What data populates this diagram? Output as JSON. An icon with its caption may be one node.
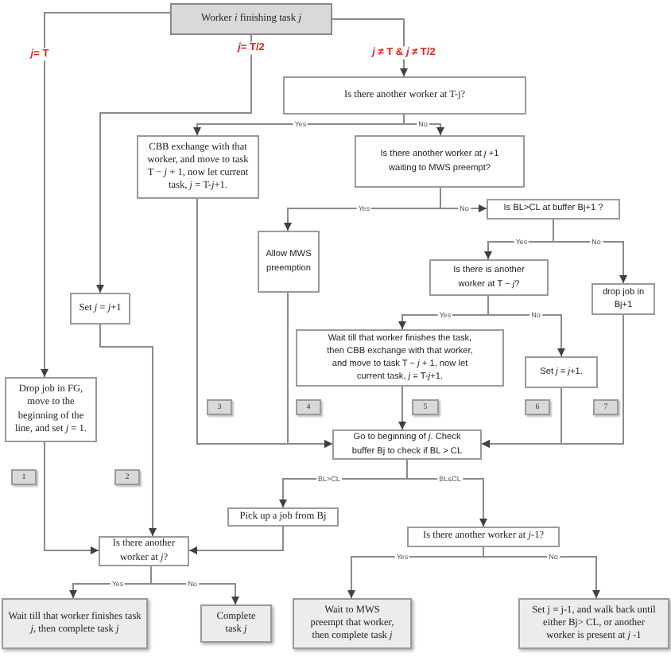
{
  "diagram": {
    "nodes": [
      {
        "text": [
          "Worker *i* finishing task *j*"
        ]
      },
      {
        "text": [
          "Is there another worker at T-j?"
        ]
      },
      {
        "text": [
          "CBB exchange with that worker, and move to task T − *j* + 1, now let current task, *j* = T-*j*+1."
        ]
      },
      {
        "text": [
          "Is there another worker at *j* +1 waiting to MWS preempt?"
        ]
      },
      {
        "text": [
          "Is BL>CL at buffer Bj+1 ?"
        ]
      },
      {
        "text": [
          "Allow MWS preemption"
        ]
      },
      {
        "text": [
          "Is there is another worker at T − *j*?"
        ]
      },
      {
        "text": [
          "drop job in Bj+1"
        ]
      },
      {
        "text": [
          "Set *j* = *j*+1"
        ]
      },
      {
        "text": [
          "Wait till that worker finishes the task, then CBB exchange with that worker, and move to task T − *j* + 1, now let current task, *j* = T-*j*+1."
        ]
      },
      {
        "text": [
          "Set *j* = *j*+1."
        ]
      },
      {
        "text": [
          "Drop job in FG, move to the beginning of the line, and set *j* = 1."
        ]
      },
      {
        "text": [
          "3"
        ]
      },
      {
        "text": [
          "4"
        ]
      },
      {
        "text": [
          "5"
        ]
      },
      {
        "text": [
          "6"
        ]
      },
      {
        "text": [
          "7"
        ]
      },
      {
        "text": [
          "Go to beginning of *j*. Check buffer Bj to check if BL > CL"
        ]
      },
      {
        "text": [
          "1"
        ]
      },
      {
        "text": [
          "2"
        ]
      },
      {
        "text": [
          "Pick up a job from Bj"
        ]
      },
      {
        "text": [
          "Is there another worker at *j*-1?"
        ]
      },
      {
        "text": [
          "Is there another worker at *j*?"
        ]
      },
      {
        "text": [
          "Wait till that worker finishes task *j*, then complete task *j*"
        ]
      },
      {
        "text": [
          "Complete task *j*"
        ]
      },
      {
        "text": [
          "Wait to MWS preempt that worker, then complete task *j*"
        ]
      },
      {
        "text": [
          "Set j = j-1, and walk back until either Bj> CL, or another worker is present at *j* -1"
        ]
      }
    ],
    "edges": [
      {
        "from": 0,
        "to": 11,
        "arrow": "to",
        "label": "*j*= T"
      },
      {
        "from": 0,
        "to": 8,
        "arrow": "to",
        "label": "*j*= T/2"
      },
      {
        "from": 0,
        "to": 1,
        "arrow": "to",
        "label": "*j* ≠ T & *j* ≠ T/2"
      },
      {
        "from": 1,
        "to": 2,
        "arrow": "to",
        "label": "Yes"
      },
      {
        "from": 1,
        "to": 3,
        "arrow": "to",
        "label": "No"
      },
      {
        "from": 3,
        "to": 5,
        "arrow": "to",
        "label": "Yes"
      },
      {
        "from": 3,
        "to": 4,
        "arrow": "to",
        "label": "No"
      },
      {
        "from": 4,
        "to": 6,
        "arrow": "to",
        "label": "Yes"
      },
      {
        "from": 4,
        "to": 7,
        "arrow": "to",
        "label": "No"
      },
      {
        "from": 6,
        "to": 9,
        "arrow": "to",
        "label": "Yes"
      },
      {
        "from": 6,
        "to": 10,
        "arrow": "to",
        "label": "No"
      },
      {
        "from": 2,
        "to": 17,
        "arrow": "to"
      },
      {
        "from": 5,
        "to": 17,
        "arrow": "to"
      },
      {
        "from": 9,
        "to": 17,
        "arrow": "to"
      },
      {
        "from": 10,
        "to": 17,
        "arrow": "to"
      },
      {
        "from": 7,
        "to": 17,
        "arrow": "to"
      },
      {
        "from": 17,
        "to": 20,
        "arrow": "to",
        "label": "BL>CL"
      },
      {
        "from": 17,
        "to": 21,
        "arrow": "to",
        "label": "BL≤CL"
      },
      {
        "from": 11,
        "to": 22,
        "arrow": "to"
      },
      {
        "from": 8,
        "to": 22,
        "arrow": "to"
      },
      {
        "from": 20,
        "to": 22,
        "arrow": "to"
      },
      {
        "from": 22,
        "to": 23,
        "arrow": "to",
        "label": "Yes"
      },
      {
        "from": 22,
        "to": 24,
        "arrow": "to",
        "label": "No"
      },
      {
        "from": 21,
        "to": 25,
        "arrow": "to",
        "label": "Yes"
      },
      {
        "from": 21,
        "to": 26,
        "arrow": "to",
        "label": "No"
      }
    ]
  }
}
